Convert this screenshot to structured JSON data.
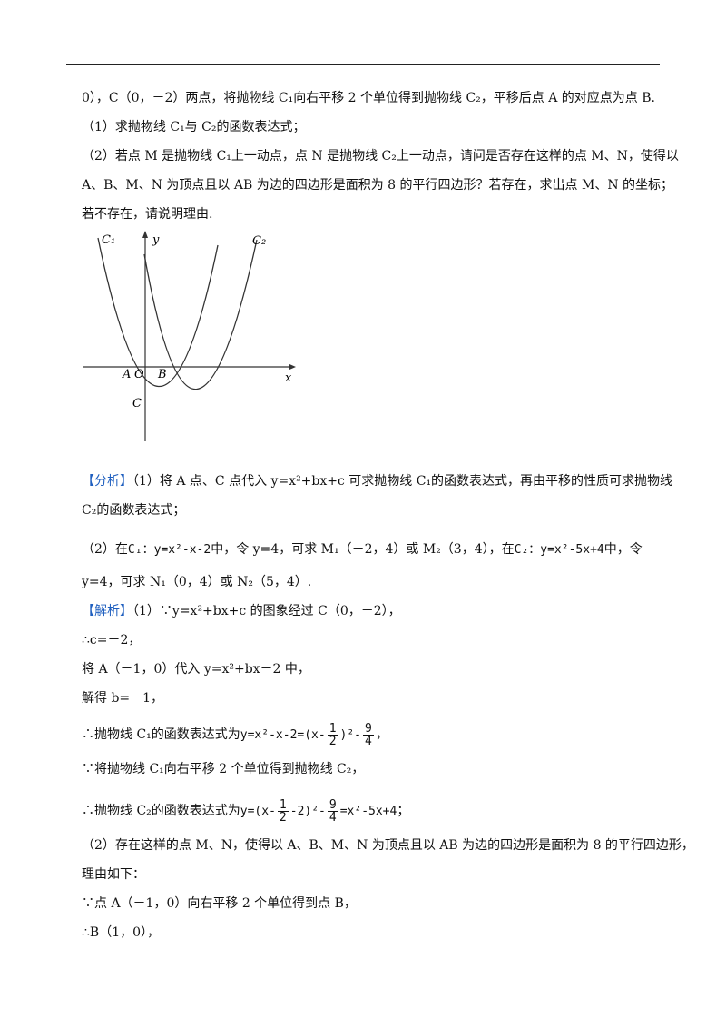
{
  "problem": {
    "line1": "0），C（0，－2）两点，将抛物线 C₁向右平移 2 个单位得到抛物线 C₂，平移后点 A 的对应点为点 B.",
    "q1": "（1）求抛物线 C₁与 C₂的函数表达式；",
    "q2a": "（2）若点 M 是抛物线 C₁上一动点，点 N 是抛物线 C₂上一动点，请问是否存在这样的点 M、N，使得以",
    "q2b": "A、B、M、N 为顶点且以 AB 为边的四边形是面积为 8 的平行四边形？若存在，求出点 M、N 的坐标；",
    "q2c": "若不存在，请说明理由."
  },
  "graph": {
    "label_c1": "C₁",
    "label_c2": "C₂",
    "label_y": "y",
    "label_x": "x",
    "label_a": "A",
    "label_o": "O",
    "label_b": "B",
    "label_c": "C"
  },
  "analysis": {
    "tag": "【分析】",
    "line1": "（1）将 A 点、C 点代入 y=x²+bx+c 可求抛物线 C₁的函数表达式，再由平移的性质可求抛物线",
    "line2": "C₂的函数表达式；",
    "line3_pre": "（2）在",
    "line3_c1": "C₁：",
    "line3_f1": "y=x²-x-2",
    "line3_mid": "中，令 y=4，可求 M₁（－2，4）或 M₂（3，4），在",
    "line3_c2": "C₂：",
    "line3_f2": "y=x²-5x+4",
    "line3_post": "中，令",
    "line4": "y=4，可求 N₁（0，4）或 N₂（5，4）."
  },
  "solution": {
    "tag": "【解析】",
    "l1": "（1）∵y=x²+bx+c 的图象经过 C（0，－2），",
    "l2": "∴c=－2，",
    "l3": "将 A（－1，0）代入 y=x²+bx－2 中，",
    "l4": "解得 b=－1，",
    "l5_pre": "∴抛物线 C₁的函数表达式为",
    "l5_f_a": "y=x²-x-2=(x-",
    "l5_f_frac1_num": "1",
    "l5_f_frac1_den": "2",
    "l5_f_b": ")²-",
    "l5_f_frac2_num": "9",
    "l5_f_frac2_den": "4",
    "l5_post": "，",
    "l6": "∵将抛物线 C₁向右平移 2 个单位得到抛物线 C₂，",
    "l7_pre": "∴抛物线 C₂的函数表达式为",
    "l7_f_a": "y=(x-",
    "l7_f_frac1_num": "1",
    "l7_f_frac1_den": "2",
    "l7_f_b": "-2)²-",
    "l7_f_frac2_num": "9",
    "l7_f_frac2_den": "4",
    "l7_f_c": "=x²-5x+4",
    "l7_post": "；",
    "l8": "（2）存在这样的点 M、N，使得以 A、B、M、N 为顶点且以 AB 为边的四边形是面积为 8 的平行四边形，",
    "l9": "理由如下：",
    "l10": "∵点 A（－1，0）向右平移 2 个单位得到点 B，",
    "l11": "∴B（1，0），"
  }
}
